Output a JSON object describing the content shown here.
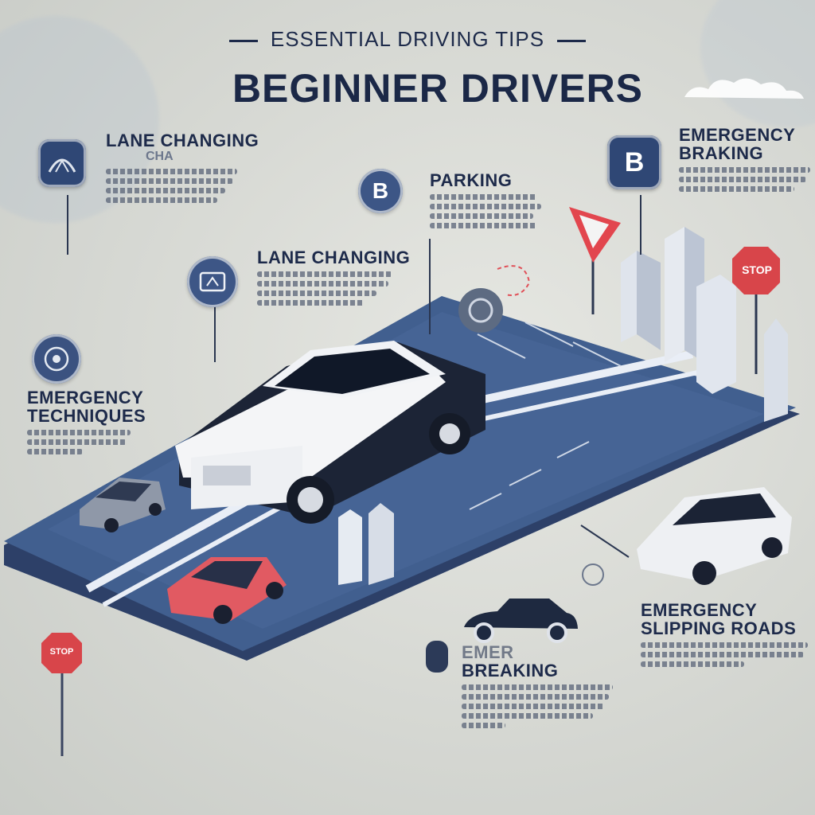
{
  "header": {
    "subtitle": "ESSENTIAL DRIVING TIPS",
    "title": "BEGINNER DRIVERS"
  },
  "sections": {
    "lane_changing_top": {
      "title": "LANE CHANGING",
      "sub": "CHA"
    },
    "parking": {
      "title": "PARKING",
      "icon_letter": "B"
    },
    "emergency_braking_top": {
      "title": "EMERGENCY\nBRAKING",
      "line1": "EMERGENCY",
      "line2": "BRAKING",
      "icon_letter": "B"
    },
    "lane_changing_mid": {
      "title": "LANE CHANGING"
    },
    "emergency_techniques": {
      "line1": "EMERGENCY",
      "line2": "TECHNIQUES"
    },
    "emergency_slipping": {
      "line1": "EMERGENCY",
      "line2": "SLIPPING ROADS"
    },
    "emergency_breaking": {
      "line1": "EMER",
      "line2": "BREAKING"
    }
  },
  "signs": {
    "stop_right": "STOP",
    "stop_left": "STOP"
  },
  "colors": {
    "navy": "#1d2a4a",
    "road": "#3f5a86",
    "stop_red": "#d8454a",
    "badge_blue": "#3d5686"
  },
  "icons": [
    "steering-wheel-icon",
    "parking-b-icon",
    "lane-change-icon",
    "target-icon",
    "brake-icon",
    "yield-sign-icon",
    "stop-sign-icon"
  ]
}
